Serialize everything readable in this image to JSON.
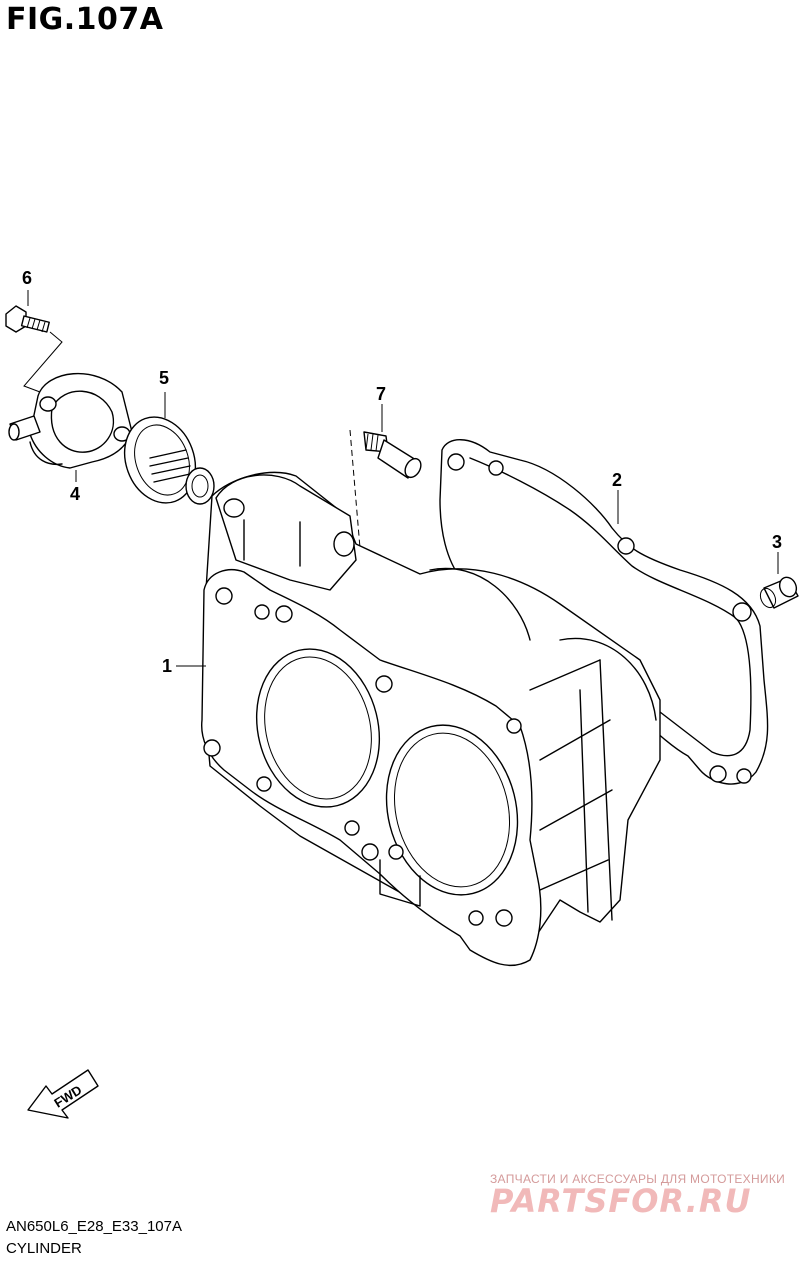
{
  "figure": {
    "title": "FIG.107A"
  },
  "callouts": [
    {
      "id": "1",
      "label": "1"
    },
    {
      "id": "2",
      "label": "2"
    },
    {
      "id": "3",
      "label": "3"
    },
    {
      "id": "4",
      "label": "4"
    },
    {
      "id": "5",
      "label": "5"
    },
    {
      "id": "6",
      "label": "6"
    },
    {
      "id": "7",
      "label": "7"
    }
  ],
  "fwd_arrow": {
    "label": "FWD"
  },
  "footer": {
    "code": "AN650L6_E28_E33_107A",
    "name": "CYLINDER"
  },
  "watermark": {
    "tagline": "ЗАПЧАСТИ И АКСЕССУАРЫ ДЛЯ МОТОТЕХНИКИ",
    "logo": "PARTSFOR.RU"
  }
}
